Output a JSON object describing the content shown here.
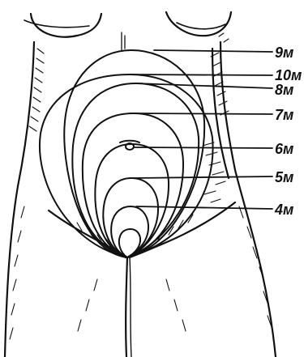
{
  "labels": [
    {
      "id": "9",
      "text": "9м"
    },
    {
      "id": "10",
      "text": "10м"
    },
    {
      "id": "8",
      "text": "8м"
    },
    {
      "id": "7",
      "text": "7м"
    },
    {
      "id": "6",
      "text": "6м"
    },
    {
      "id": "5",
      "text": "5м"
    },
    {
      "id": "4",
      "text": "4м"
    }
  ]
}
